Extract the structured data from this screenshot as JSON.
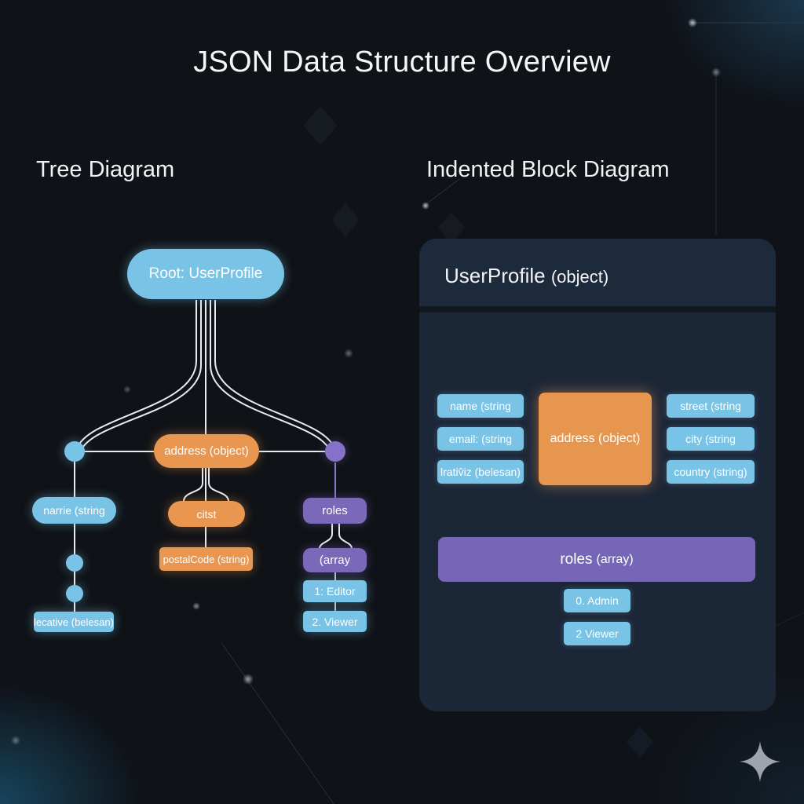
{
  "title": "JSON Data Structure Overview",
  "sections": {
    "tree": "Tree Diagram",
    "block": "Indented Block Diagram"
  },
  "tree": {
    "root": "Root: UserProfile",
    "address": "address (object)",
    "name": "narrie (string",
    "city": "citst",
    "postal_code": "postalCode (string)",
    "roles": "roles",
    "array": "(array",
    "editor": "1: Editor",
    "viewer": "2. Viewer",
    "boolean": "lecative (belesan)"
  },
  "block": {
    "header_name": "UserProfile",
    "header_type": "(object)",
    "left_fields": [
      "name (string",
      "email: (string",
      "lrativ̂iz (belesan)"
    ],
    "address": "address (object)",
    "right_fields": [
      "street (string",
      "city (string",
      "country (string)"
    ],
    "roles_name": "roles",
    "roles_type": "(array)",
    "role_items": [
      "0. Admin",
      "2 Viewer"
    ]
  },
  "colors": {
    "blue": "#79c3e6",
    "orange": "#e89650",
    "purple": "#7a68b8",
    "panel": "#1b2637",
    "background": "#0f1217"
  },
  "icons": {
    "sparkle": "four-point-star-icon"
  }
}
